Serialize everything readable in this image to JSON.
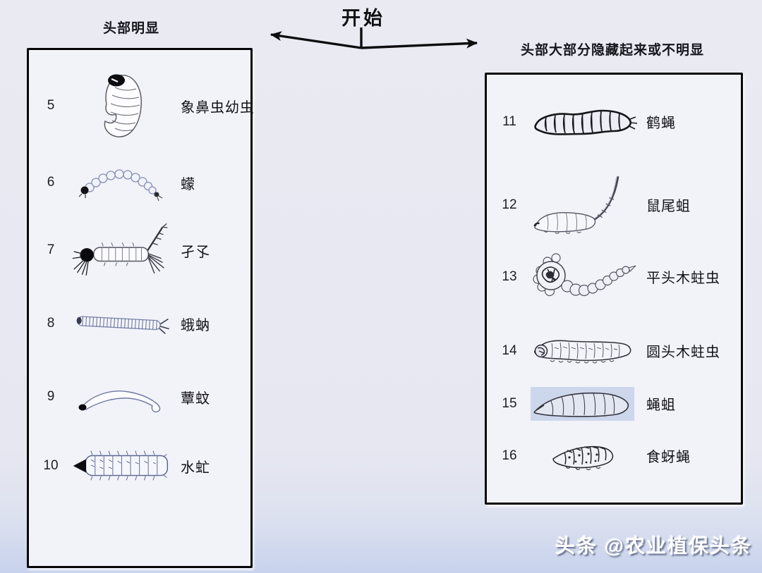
{
  "page": {
    "title": "开始",
    "watermark": "头条 @农业植保头条"
  },
  "colors": {
    "background_top": "#e8e8f1",
    "background_bottom": "#c7d2ec",
    "box_border": "#000000",
    "box_fill": "#f2f2f9",
    "maggot_panel": "#cdd7eb",
    "text": "#121217"
  },
  "branches": {
    "left": {
      "label": "头部明显",
      "items": [
        {
          "number": "5",
          "name": "象鼻虫幼虫",
          "illustration": "weevil-larva"
        },
        {
          "number": "6",
          "name": "蠓",
          "illustration": "midge-larva"
        },
        {
          "number": "7",
          "name": "孑孓",
          "illustration": "mosquito-larva"
        },
        {
          "number": "8",
          "name": "蛾蚋",
          "illustration": "moth-fly-larva"
        },
        {
          "number": "9",
          "name": "蕈蚊",
          "illustration": "fungus-gnat-larva"
        },
        {
          "number": "10",
          "name": "水虻",
          "illustration": "soldier-fly-larva"
        }
      ]
    },
    "right": {
      "label": "头部大部分隐藏起来或不明显",
      "items": [
        {
          "number": "11",
          "name": "鹤蝇",
          "illustration": "crane-fly-larva"
        },
        {
          "number": "12",
          "name": "鼠尾蛆",
          "illustration": "rat-tailed-maggot"
        },
        {
          "number": "13",
          "name": "平头木蛀虫",
          "illustration": "flat-headed-wood-borer"
        },
        {
          "number": "14",
          "name": "圆头木蛀虫",
          "illustration": "round-headed-wood-borer"
        },
        {
          "number": "15",
          "name": "蝇蛆",
          "illustration": "fly-maggot"
        },
        {
          "number": "16",
          "name": "食蚜蝇",
          "illustration": "hoverfly-larva"
        }
      ]
    }
  }
}
